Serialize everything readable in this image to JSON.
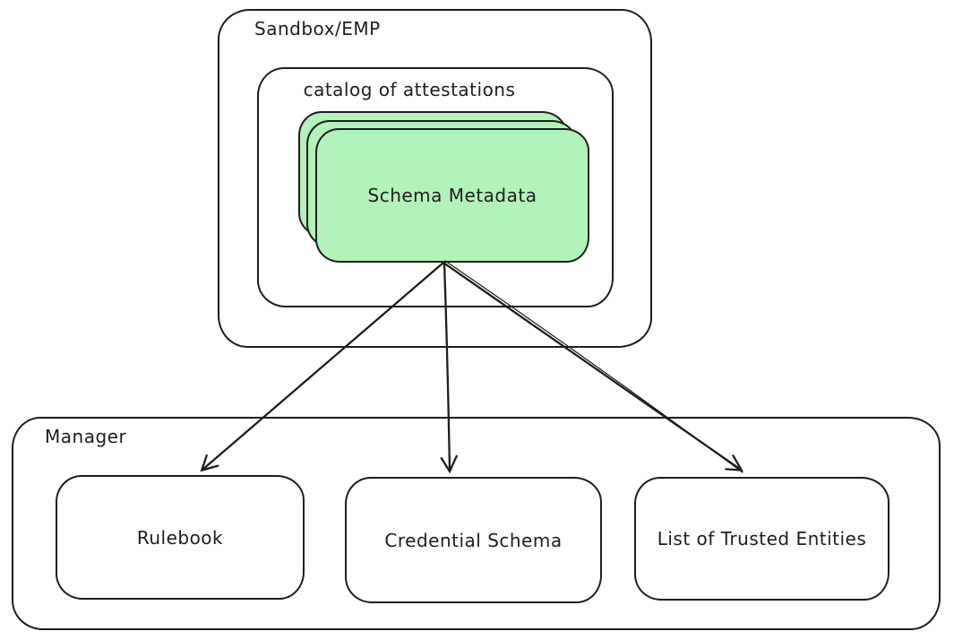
{
  "colors": {
    "stroke": "#1e1e1e",
    "card_fill": "#b2f2bb",
    "background": "#ffffff"
  },
  "diagram": {
    "sandbox": {
      "label": "Sandbox/EMP"
    },
    "catalog": {
      "label": "catalog of attestations"
    },
    "schema_stack": {
      "label": "Schema Metadata",
      "card_count": 3
    },
    "manager": {
      "label": "Manager"
    },
    "targets": [
      {
        "id": "rulebook",
        "label": "Rulebook"
      },
      {
        "id": "credential-schema",
        "label": "Credential Schema"
      },
      {
        "id": "list-of-trusted-entities",
        "label": "List of Trusted Entities"
      }
    ],
    "arrows": [
      {
        "from": "schema-metadata",
        "to": "rulebook"
      },
      {
        "from": "schema-metadata",
        "to": "credential-schema"
      },
      {
        "from": "schema-metadata",
        "to": "list-of-trusted-entities"
      }
    ]
  }
}
